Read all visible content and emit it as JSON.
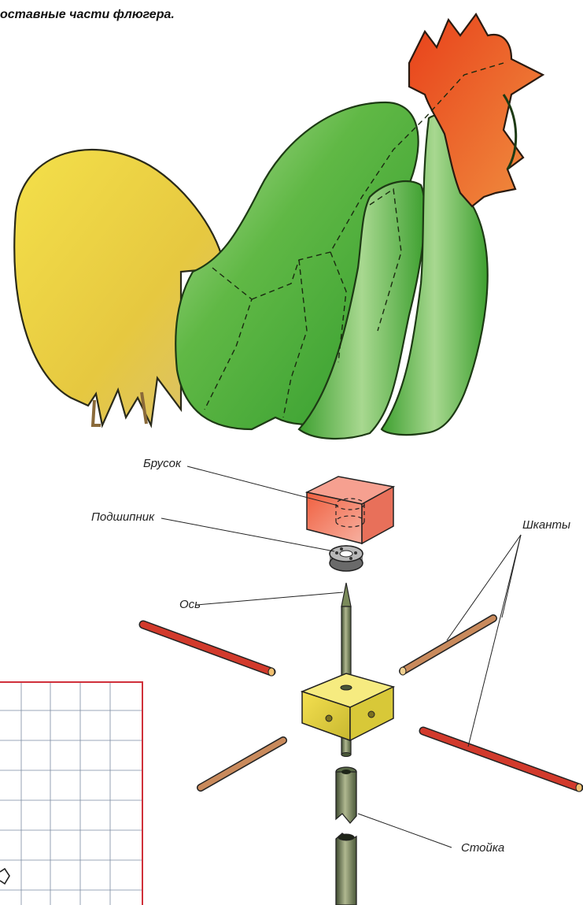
{
  "caption": "оставные части флюгера.",
  "labels": {
    "block": "Брусок",
    "bearing": "Подшипник",
    "axis": "Ось",
    "dowels": "Шканты",
    "post": "Стойка"
  },
  "colors": {
    "tail": "#e8d040",
    "body": "#52b540",
    "comb": "#e8501c",
    "block": "#ee5a3a",
    "hub": "#e6d43a",
    "dowel_red": "#d23a2c",
    "dowel_tan": "#c98a5c",
    "pipe": "#6b7a55",
    "grid_border": "#d0303a"
  }
}
